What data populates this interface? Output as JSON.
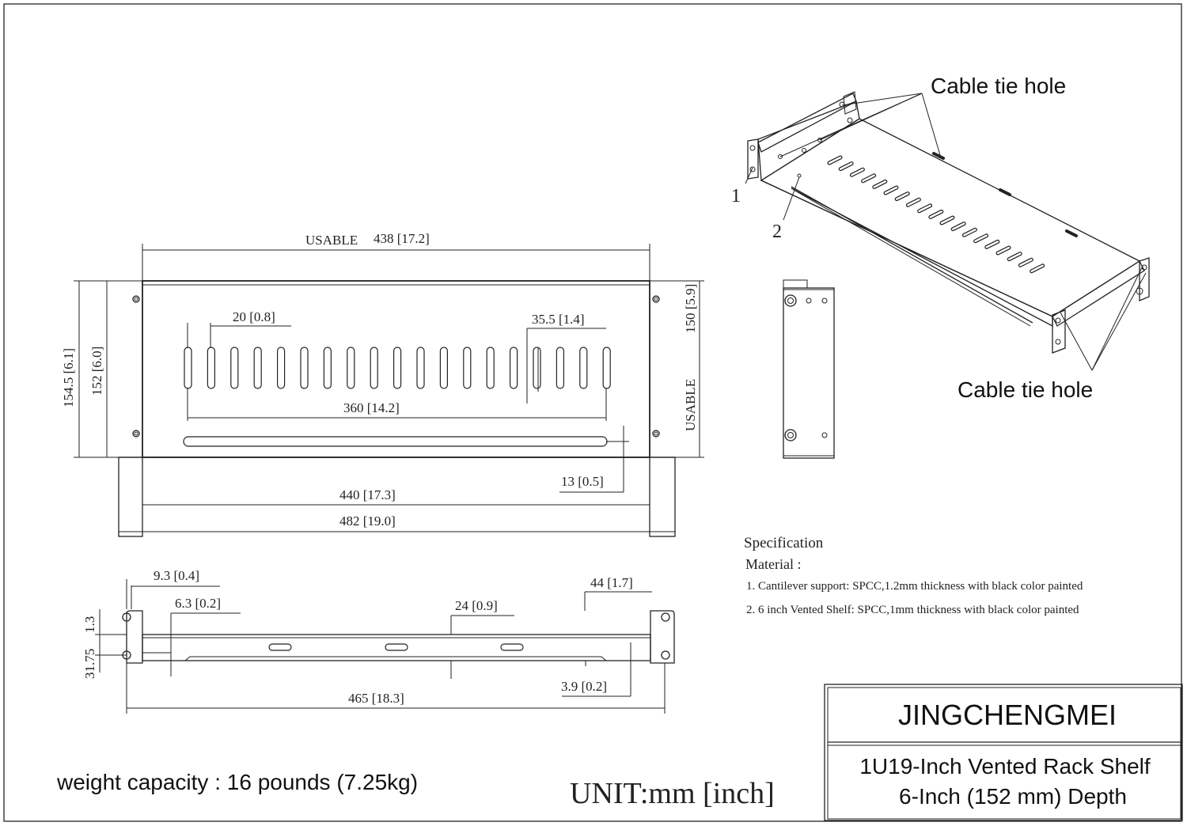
{
  "title_block": {
    "brand": "JINGCHENGMEI",
    "product_line1": "1U19-Inch Vented Rack Shelf",
    "product_line2": "6-Inch (152 mm) Depth"
  },
  "unit_label": "UNIT:mm [inch]",
  "weight_capacity": "weight capacity : 16 pounds (7.25kg)",
  "specification": {
    "heading": "Specification",
    "material_label": "Material :",
    "items": [
      "1.  Cantilever support: SPCC,1.2mm thickness with black color painted",
      "2.  6 inch Vented Shelf: SPCC,1mm thickness with black color painted"
    ]
  },
  "callouts": {
    "cable_tie_hole_top": "Cable tie hole",
    "cable_tie_hole_bottom": "Cable tie hole",
    "part_1": "1",
    "part_2": "2"
  },
  "front_view": {
    "usable_width_label": "USABLE",
    "usable_width": "438 [17.2]",
    "slot_width": "20 [0.8]",
    "slot_pitch": "35.5 [1.4]",
    "slot_span": "360 [14.2]",
    "overall_depth": "154.5 [6.1]",
    "depth": "152 [6.0]",
    "usable_depth_label": "USABLE",
    "usable_depth": "150 [5.9]",
    "lip_offset": "13 [0.5]",
    "inner_width": "440 [17.3]",
    "overall_width": "482 [19.0]"
  },
  "side_view": {
    "hole_offset": "9.3 [0.4]",
    "hole_dia": "6.3 [0.2]",
    "height": "1.3",
    "hole_spacing": "31.75",
    "wall_height": "44 [1.7]",
    "slot_pitch": "24 [0.9]",
    "lip_height": "3.9 [0.2]",
    "bracket_span": "465 [18.3]"
  }
}
